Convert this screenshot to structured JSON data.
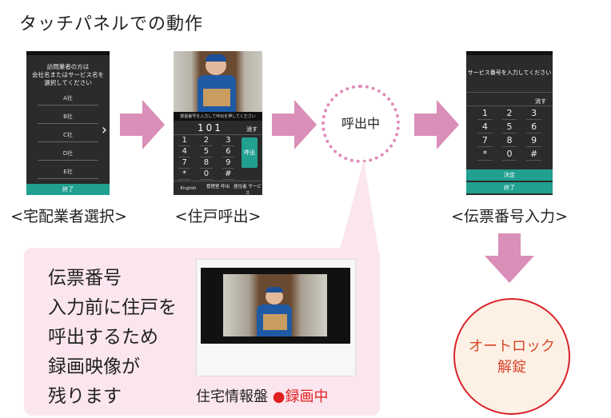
{
  "title": "タッチパネルでの動作",
  "steps": [
    {
      "label": "<宅配業者選択>",
      "screen": {
        "prompt": [
          "訪問業者の方は",
          "会社名またはサービス名を",
          "選択してください"
        ],
        "items": [
          "A社",
          "B社",
          "C社",
          "D社",
          "E社"
        ],
        "next": "›",
        "end_button": "終了"
      }
    },
    {
      "label": "<住戸呼出>",
      "screen": {
        "prompt": "部屋番号を入力して呼出を押してください",
        "value": "101",
        "delete": "消す",
        "keys": [
          "1",
          "2",
          "3",
          "4",
          "5",
          "6",
          "7",
          "8",
          "9",
          "*",
          "0",
          "#"
        ],
        "call_button": "呼出",
        "bottom": [
          "English",
          "管理室 呼出",
          "居住者 サービス"
        ]
      }
    },
    {
      "label": "<伝票番号入力>",
      "screen": {
        "prompt": "サービス番号を入力してください",
        "delete": "消す",
        "keys": [
          "1",
          "2",
          "3",
          "4",
          "5",
          "6",
          "7",
          "8",
          "9",
          "*",
          "0",
          "#"
        ],
        "confirm_button": "決定",
        "end_button": "終了"
      }
    }
  ],
  "calling": "呼出中",
  "callout": {
    "lines": [
      "伝票番号",
      "入力前に住戸を",
      "呼出するため",
      "録画映像が",
      "残ります"
    ],
    "caption": "住宅情報盤",
    "recording": "●録画中"
  },
  "result": [
    "オートロック",
    "解錠"
  ],
  "colors": {
    "arrow": "#d98fb8",
    "teal": "#21a090",
    "red": "#d9232a",
    "callout": "#fbe6ef"
  }
}
